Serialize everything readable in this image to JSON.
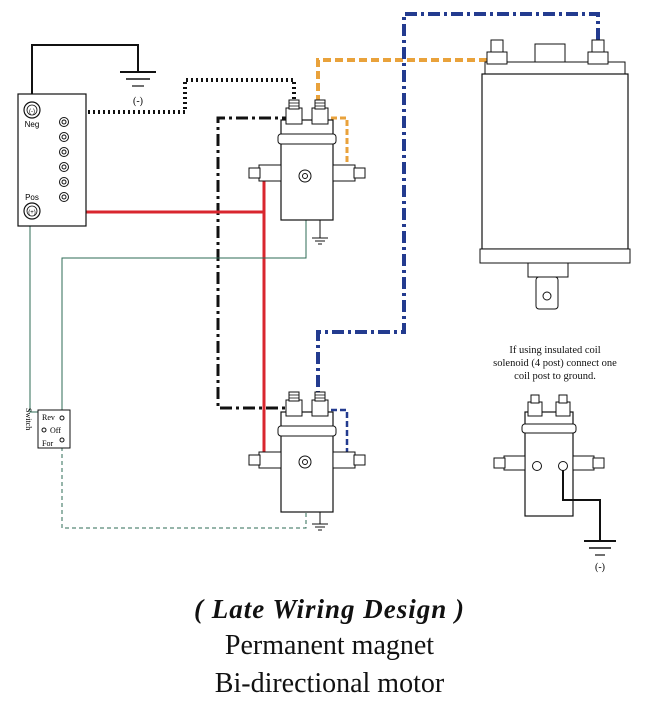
{
  "battery": {
    "neg_label": "Neg",
    "pos_label": "Pos",
    "neg_symbol": "(-)",
    "pos_symbol": "(+)"
  },
  "ground": {
    "label": "(-)"
  },
  "switch": {
    "label": "Switch",
    "rev_label": "Rev",
    "off_label": "Off",
    "for_label": "For"
  },
  "note": {
    "line1": "If using insulated coil",
    "line2": "solenoid (4 post) connect one",
    "line3": "coil post to ground."
  },
  "title": {
    "line1": "( Late Wiring Design )",
    "line2": "Permanent magnet",
    "line3": "Bi-directional motor"
  },
  "colors": {
    "red": "#d9262e",
    "blue": "#233b8f",
    "orange": "#e9a23b",
    "black": "#111111",
    "green": "#2e6b55"
  },
  "icons": [
    "battery-icon",
    "ground-icon",
    "solenoid-icon",
    "motor-icon",
    "switch-icon"
  ]
}
